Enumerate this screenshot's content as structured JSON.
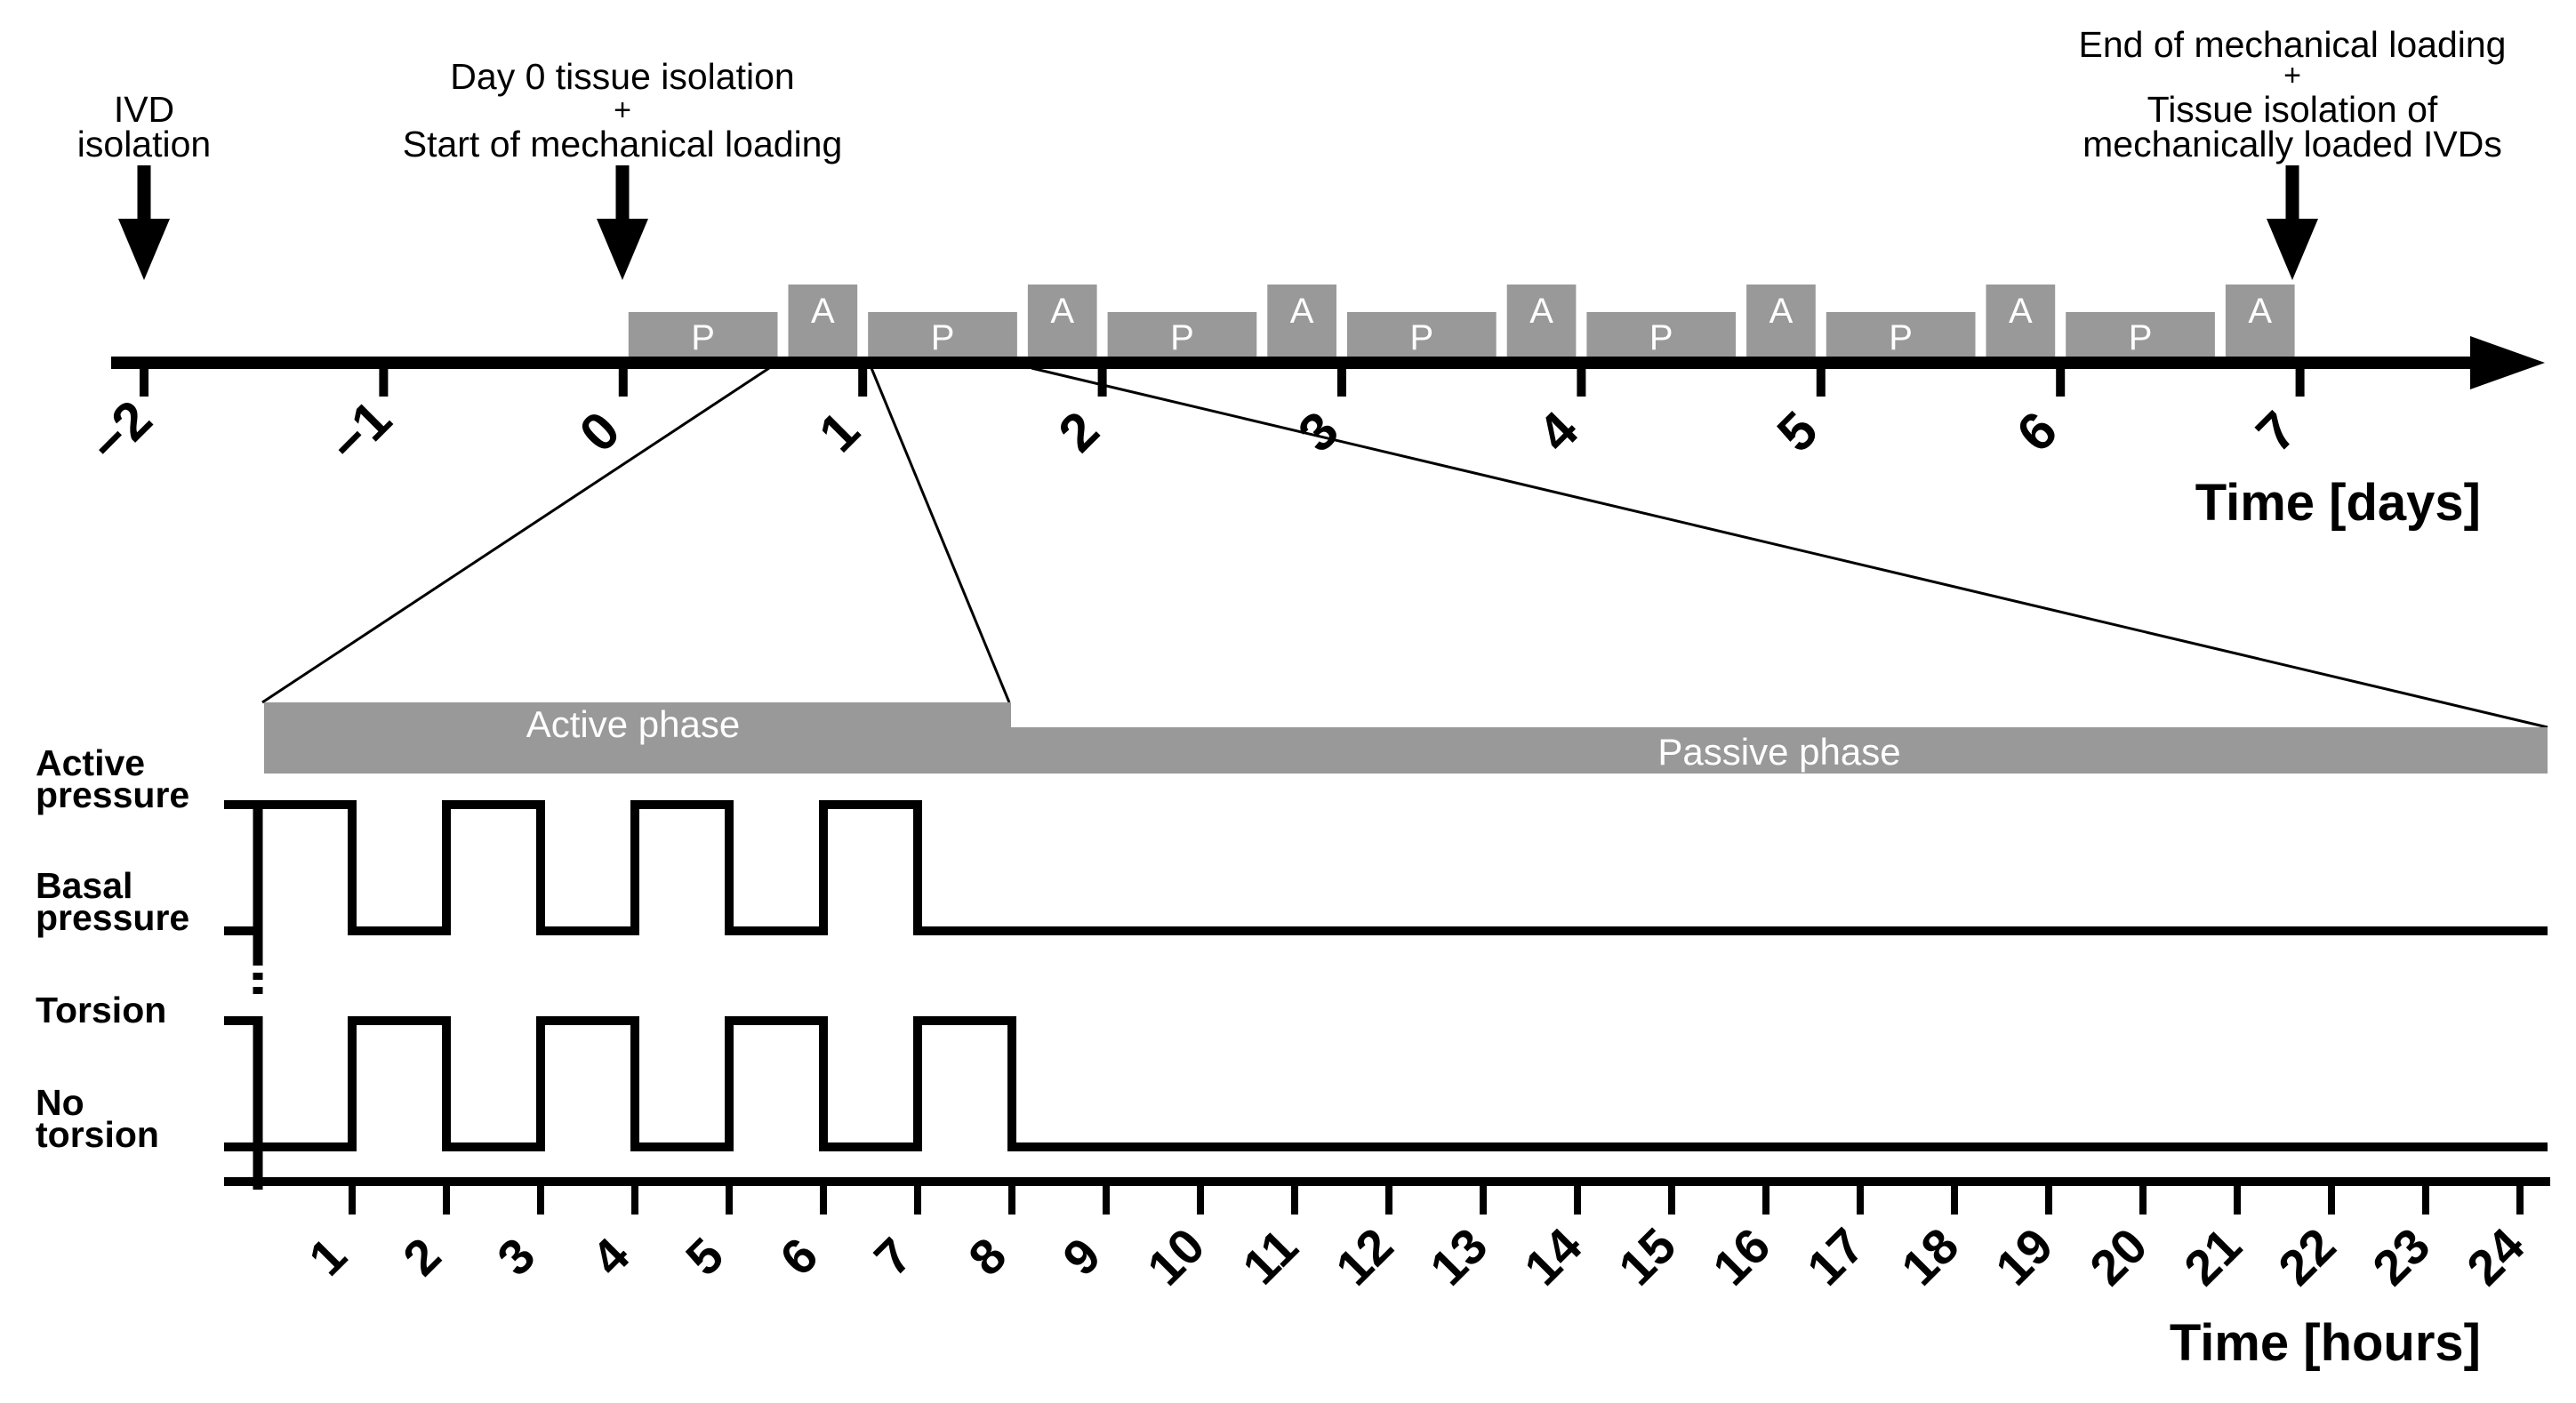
{
  "annotations": {
    "ivd": [
      "IVD",
      "isolation"
    ],
    "day0": [
      "Day 0 tissue isolation",
      "+",
      "Start of mechanical loading"
    ],
    "end": [
      "End of mechanical loading",
      "+",
      "Tissue isolation of",
      "mechanically loaded IVDs"
    ]
  },
  "top_axis": {
    "label": "Time [days]",
    "ticks": [
      "-2",
      "-1",
      "0",
      "1",
      "2",
      "3",
      "4",
      "5",
      "6",
      "7"
    ]
  },
  "phases_bar": {
    "passive_letter": "P",
    "active_letter": "A",
    "days": [
      0,
      1,
      2,
      3,
      4,
      5,
      6
    ],
    "passive_fraction": 0.667
  },
  "zoom": {
    "active_phase": "Active phase",
    "passive_phase": "Passive phase",
    "active_hours": 8,
    "total_hours": 24
  },
  "signals": {
    "pressure_high_label": [
      "Active",
      "pressure"
    ],
    "pressure_low_label": [
      "Basal",
      "pressure"
    ],
    "torsion_high_label": [
      "Torsion"
    ],
    "torsion_low_label": [
      "No",
      "torsion"
    ],
    "pressure_high_intervals": [
      [
        0,
        1
      ],
      [
        2,
        3
      ],
      [
        4,
        5
      ],
      [
        6,
        7
      ]
    ],
    "torsion_high_intervals": [
      [
        1,
        2
      ],
      [
        3,
        4
      ],
      [
        5,
        6
      ],
      [
        7,
        8
      ]
    ]
  },
  "bottom_axis": {
    "label": "Time [hours]",
    "ticks": [
      "1",
      "2",
      "3",
      "4",
      "5",
      "6",
      "7",
      "8",
      "9",
      "10",
      "11",
      "12",
      "13",
      "14",
      "15",
      "16",
      "17",
      "18",
      "19",
      "20",
      "21",
      "22",
      "23",
      "24"
    ]
  },
  "colors": {
    "bar_gray": "#999999",
    "stroke": "#000000",
    "text_on_bar": "#ffffff"
  }
}
